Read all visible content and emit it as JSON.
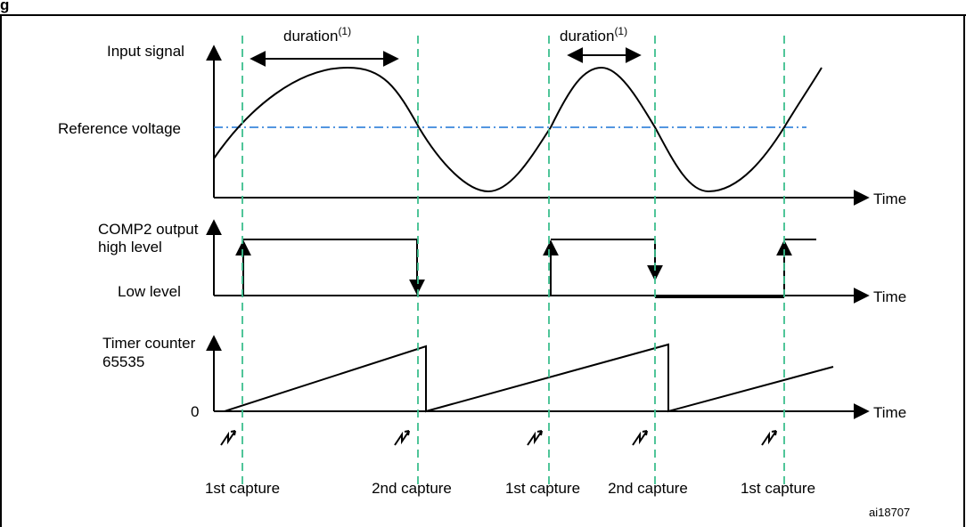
{
  "title_fragment": "g",
  "labels": {
    "input_signal": "Input signal",
    "reference_voltage": "Reference voltage",
    "comp_output": "COMP2 output",
    "high_level": "high level",
    "low_level": "Low level",
    "timer_counter": "Timer counter",
    "timer_max": "65535",
    "timer_zero": "0",
    "time": "Time",
    "duration": "duration",
    "duration_note": "(1)",
    "figure_id": "ai18707"
  },
  "capture_labels": [
    "1st capture",
    "2nd capture",
    "1st capture",
    "2nd capture",
    "1st capture"
  ],
  "colors": {
    "guide": "#3cbf8e",
    "reference": "#1a73d6",
    "stroke": "#000000"
  }
}
